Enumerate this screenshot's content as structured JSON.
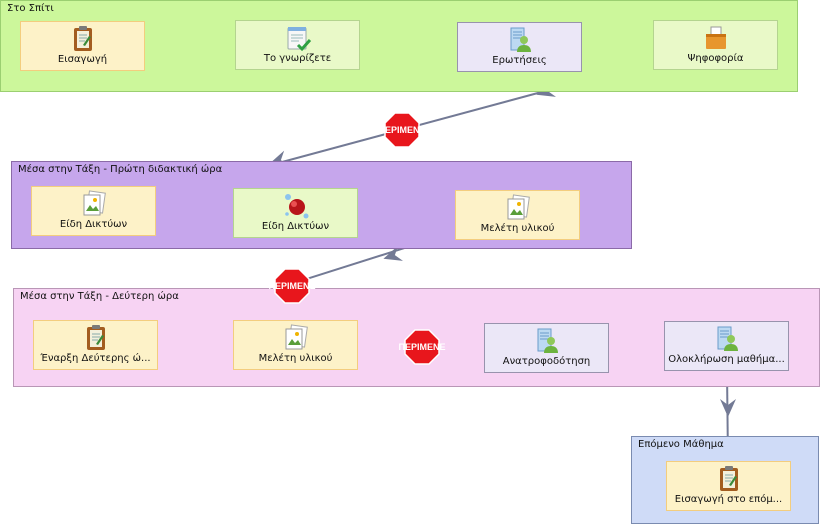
{
  "groups": {
    "home": {
      "title": "Στο Σπίτι",
      "fill": "#ccf79b",
      "border": "#9bcf71"
    },
    "first_hour": {
      "title": "Μέσα στην Τάξη - Πρώτη διδακτική ώρα",
      "fill": "#c6a6ec",
      "border": "#8b6aa8"
    },
    "second_hour": {
      "title": "Μέσα στην Τάξη - Δεύτερη ώρα",
      "fill": "#f7d3f3",
      "border": "#b996b6"
    },
    "next": {
      "title": "Επόμενο Μάθημα",
      "fill": "#cfdbf7",
      "border": "#7a8bb0"
    }
  },
  "nodes": {
    "intro": {
      "label": "Εισαγωγή",
      "icon": "notepad-icon"
    },
    "did_you_know": {
      "label": "Το γνωρίζετε",
      "icon": "checklist-icon"
    },
    "questions": {
      "label": "Ερωτήσεις",
      "icon": "user-document-icon"
    },
    "voting": {
      "label": "Ψηφοφορία",
      "icon": "ballot-box-icon"
    },
    "network_types_1": {
      "label": "Είδη Δικτύων",
      "icon": "image-doc-icon"
    },
    "network_types_2": {
      "label": "Είδη Δικτύων",
      "icon": "bubbles-icon"
    },
    "study_material_1": {
      "label": "Μελέτη υλικού",
      "icon": "image-doc-icon"
    },
    "second_hour_start": {
      "label": "Έναρξη Δεύτερης ώ...",
      "icon": "notepad-icon"
    },
    "study_material_2": {
      "label": "Μελέτη υλικού",
      "icon": "image-doc-icon"
    },
    "feedback": {
      "label": "Ανατροφοδότηση",
      "icon": "user-document-icon"
    },
    "lesson_completion": {
      "label": "Ολοκλήρωση μαθήμα...",
      "icon": "user-document-icon"
    },
    "next_intro": {
      "label": "Εισαγωγή στο επόμ...",
      "icon": "notepad-icon"
    }
  },
  "gates": {
    "gate1": {
      "label": "ΠΕΡΙΜΕΝΕ",
      "icon": "stop-sign-icon"
    },
    "gate2": {
      "label": "ΠΕΡΙΜΕΝΕ",
      "icon": "stop-sign-icon"
    },
    "gate3": {
      "label": "ΠΕΡΙΜΕΝΕ",
      "icon": "stop-sign-icon"
    }
  },
  "colors": {
    "wire": "#737a95",
    "stop": "#e8161c",
    "node_yellow": "#fdf2c8",
    "node_green": "#e9f9c8",
    "node_lavender": "#ebe7f7"
  }
}
